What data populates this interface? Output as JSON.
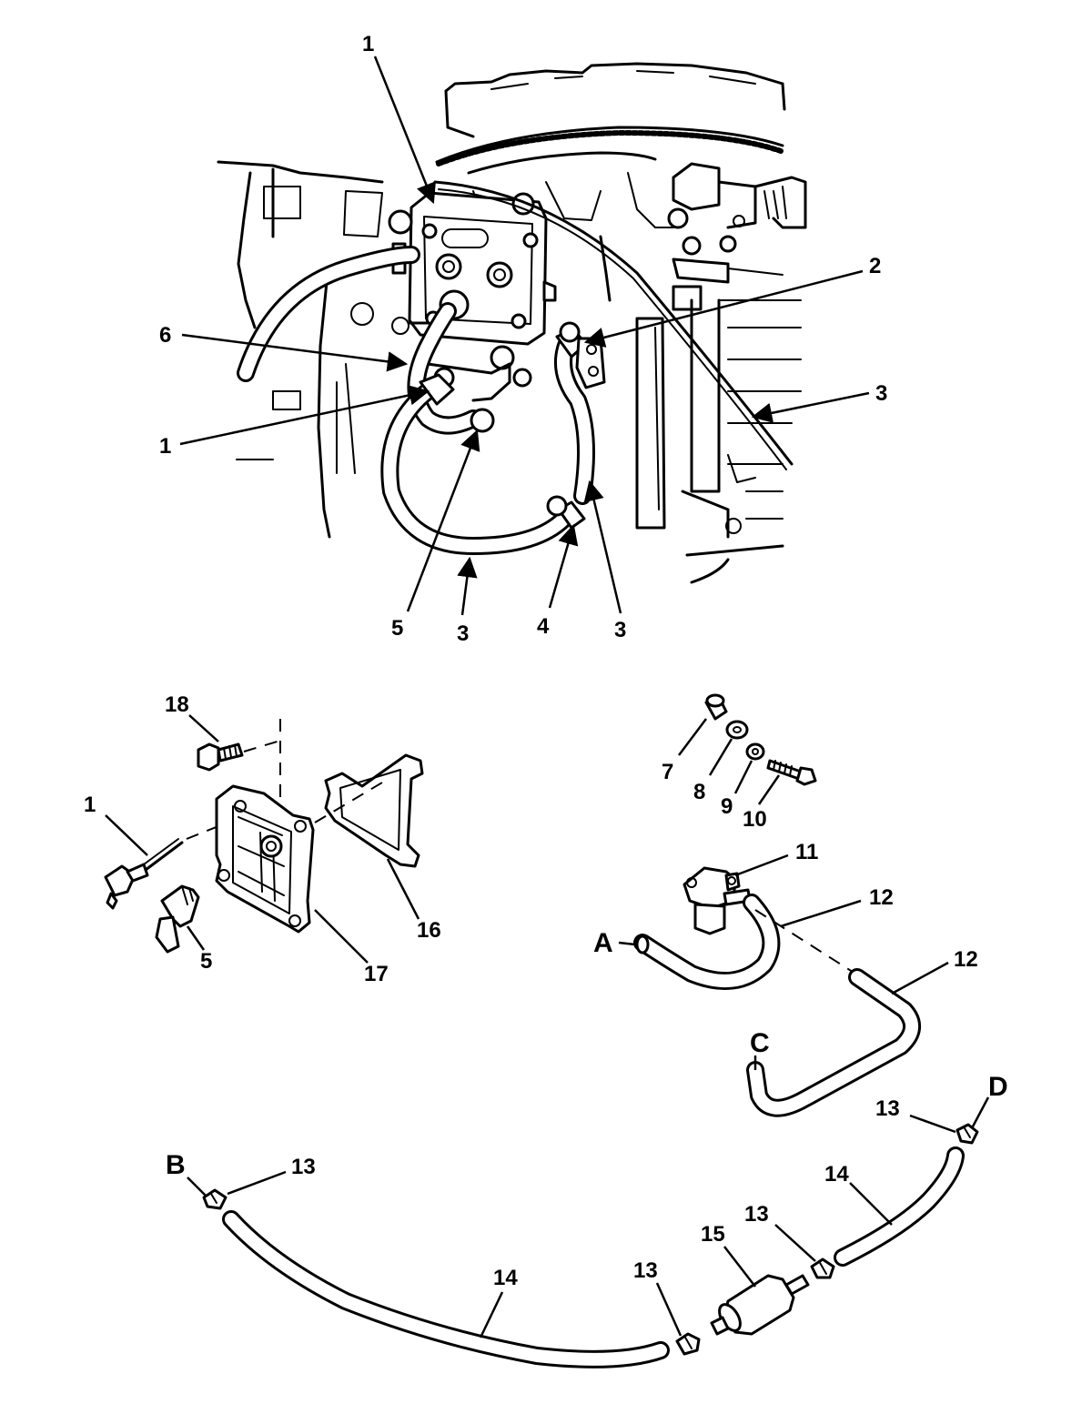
{
  "callouts": {
    "top_1a": "1",
    "top_2": "2",
    "top_3_right": "3",
    "top_6": "6",
    "top_1b": "1",
    "top_5": "5",
    "top_3_bottom": "3",
    "top_4": "4",
    "top_3_low_right": "3",
    "exp_18": "18",
    "exp_1": "1",
    "exp_5": "5",
    "exp_17": "17",
    "exp_16": "16",
    "exp_7": "7",
    "exp_8": "8",
    "exp_9": "9",
    "exp_10": "10",
    "exp_11": "11",
    "exp_12a": "12",
    "exp_12b": "12",
    "exp_13_b": "13",
    "exp_13_d": "13",
    "exp_13_left": "13",
    "exp_13_right": "13",
    "exp_14_left": "14",
    "exp_14_right": "14",
    "exp_15": "15",
    "conn_a": "A",
    "conn_b": "B",
    "conn_c": "C",
    "conn_d": "D"
  }
}
